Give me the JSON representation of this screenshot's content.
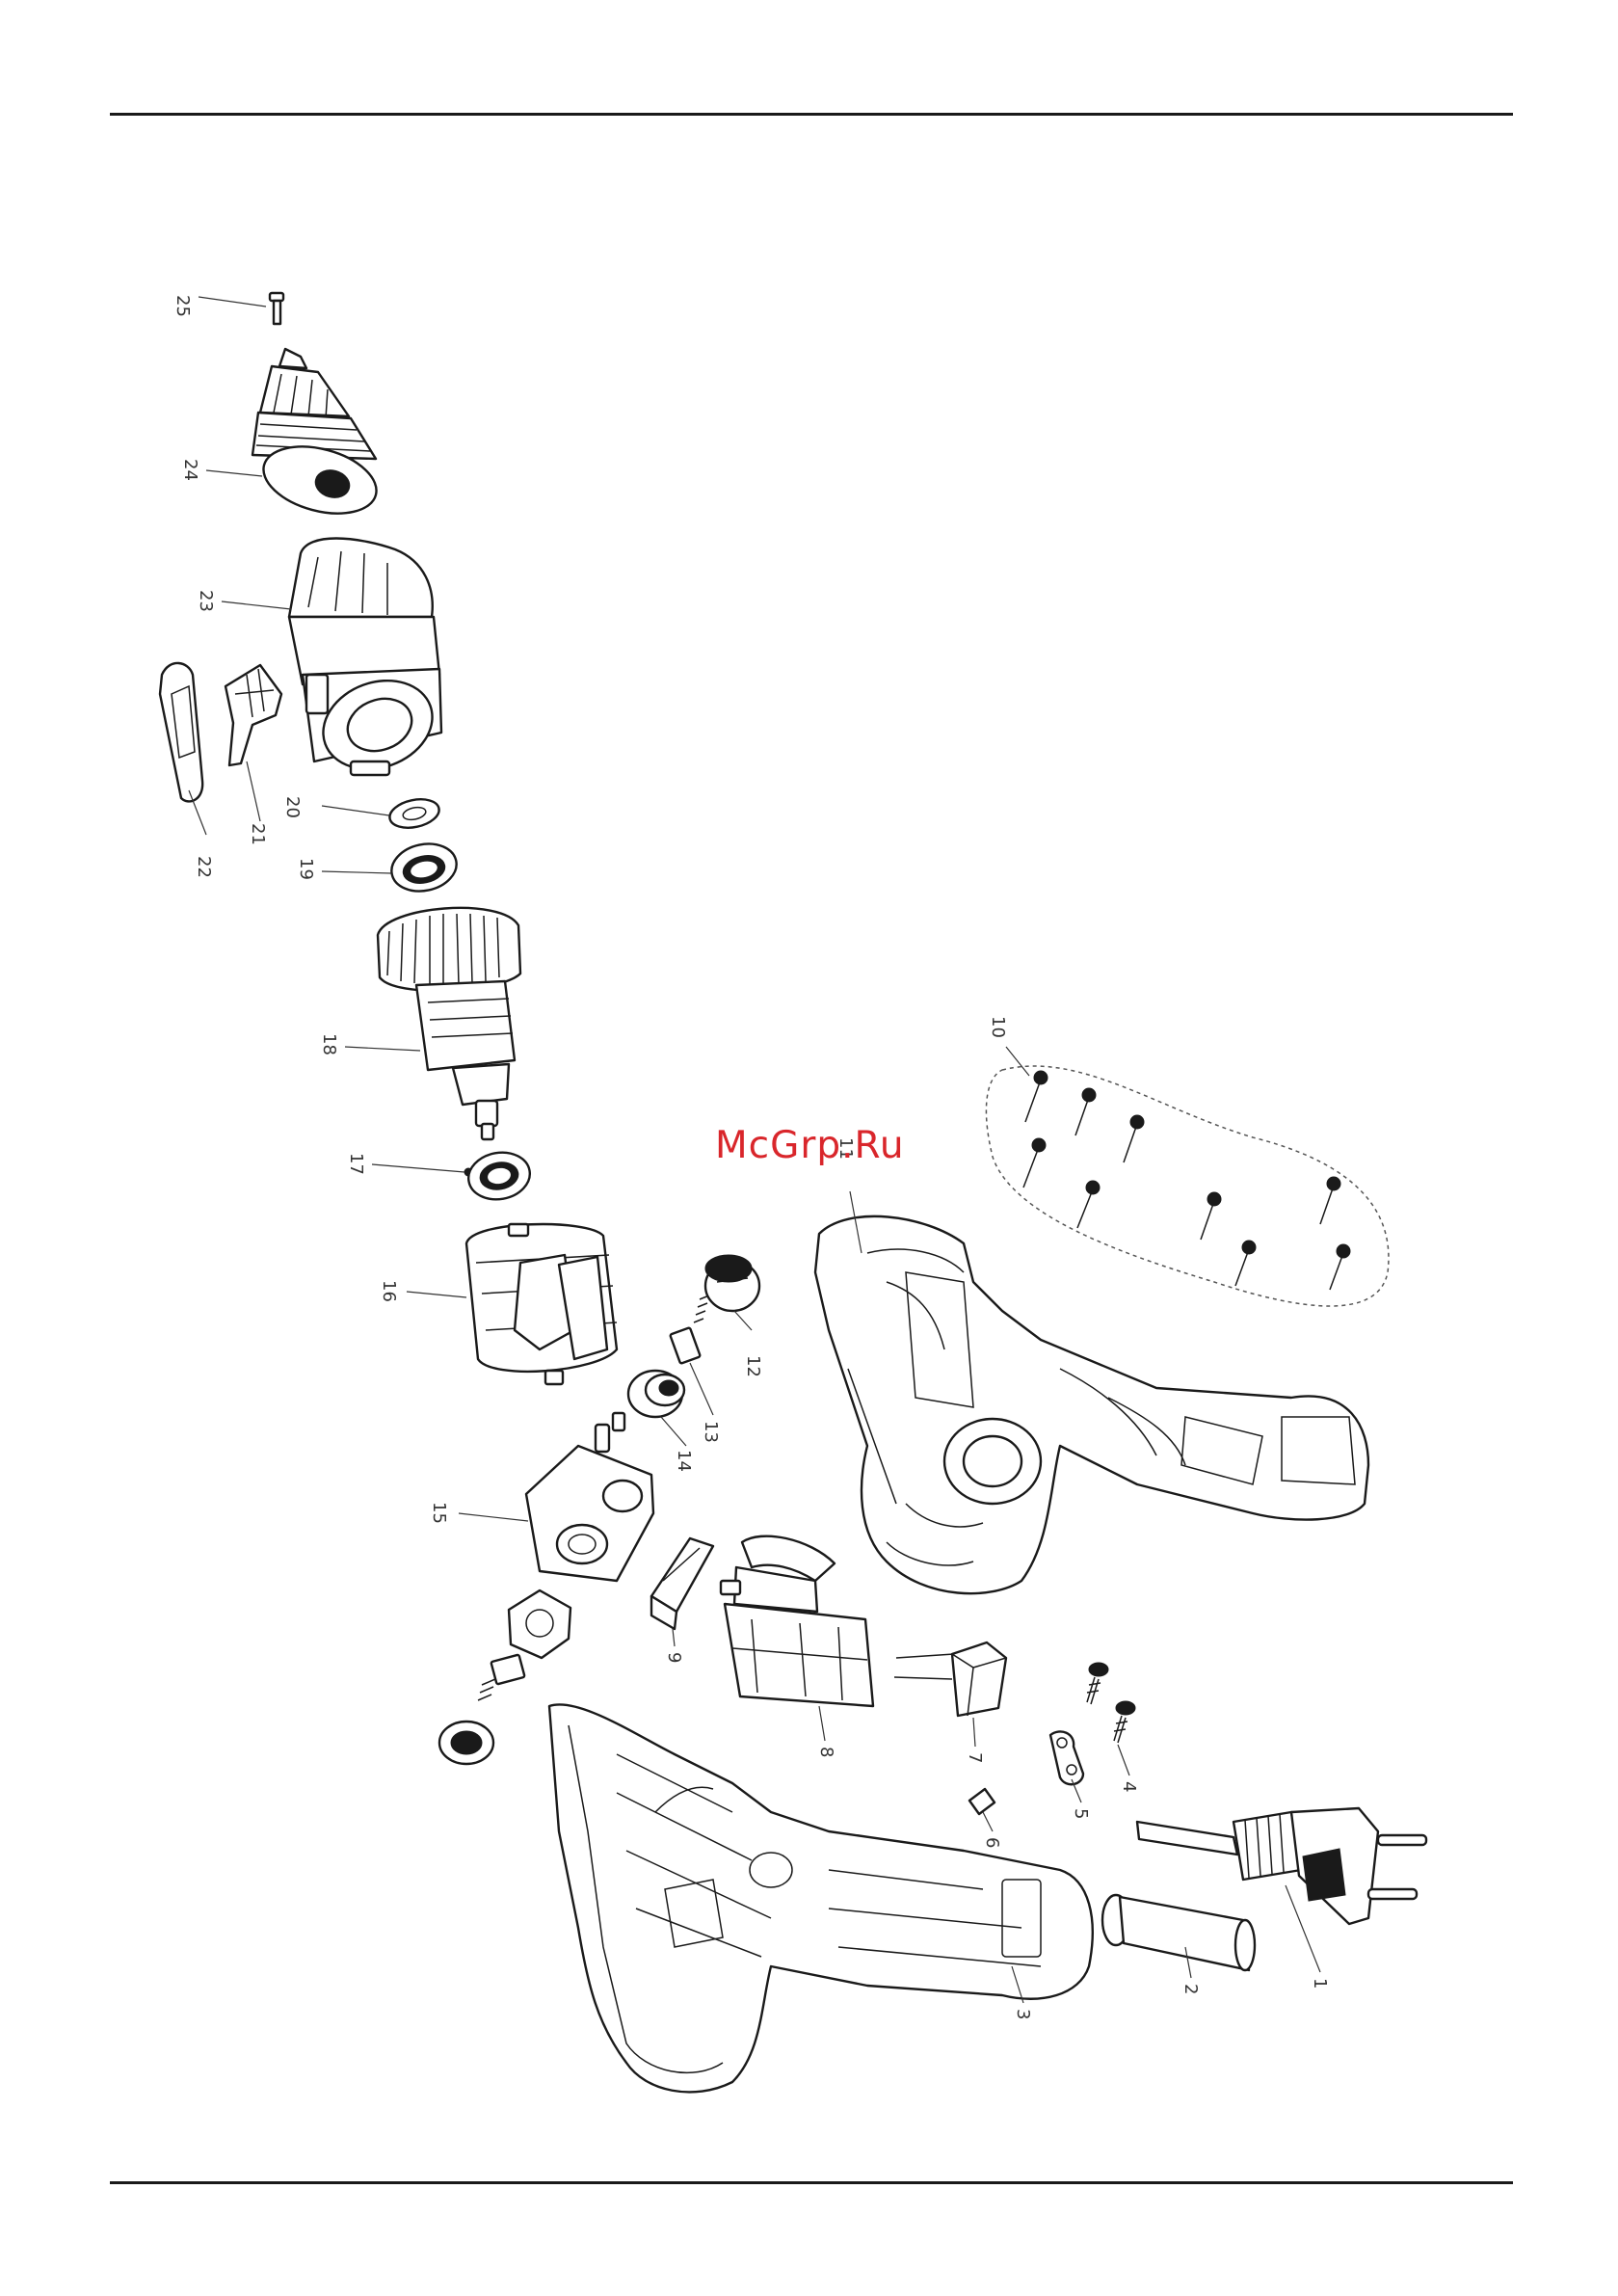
{
  "watermark": "McGrp.Ru",
  "callouts": [
    "25",
    "24",
    "23",
    "22",
    "21",
    "20",
    "19",
    "18",
    "17",
    "16",
    "15",
    "14",
    "13",
    "12",
    "11",
    "10",
    "9",
    "8",
    "7",
    "6",
    "5",
    "4",
    "3",
    "2",
    "1"
  ]
}
